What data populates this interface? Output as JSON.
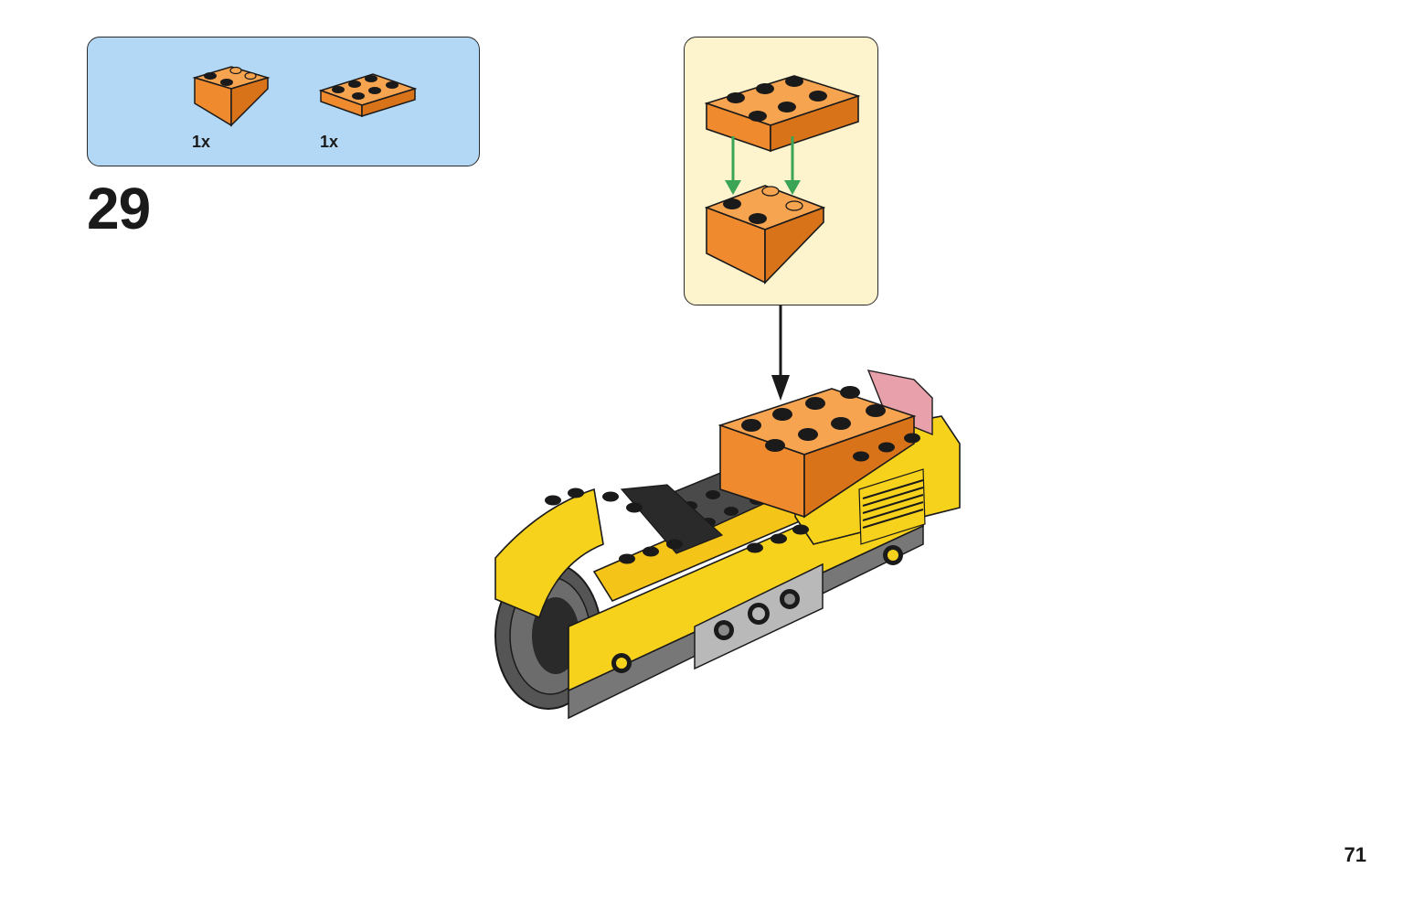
{
  "parts_list": {
    "items": [
      {
        "part": "orange-inverted-slope-2x2",
        "quantity": "1x"
      },
      {
        "part": "orange-plate-2x3",
        "quantity": "1x"
      }
    ]
  },
  "step": {
    "number": "29"
  },
  "page": {
    "number": "71"
  },
  "colors": {
    "parts_box_bg": "#b3d8f5",
    "callout_bg": "#fdf3cc",
    "orange": "#f08a2c",
    "yellow": "#f7d21c",
    "guide_arrow": "#3aa655"
  }
}
